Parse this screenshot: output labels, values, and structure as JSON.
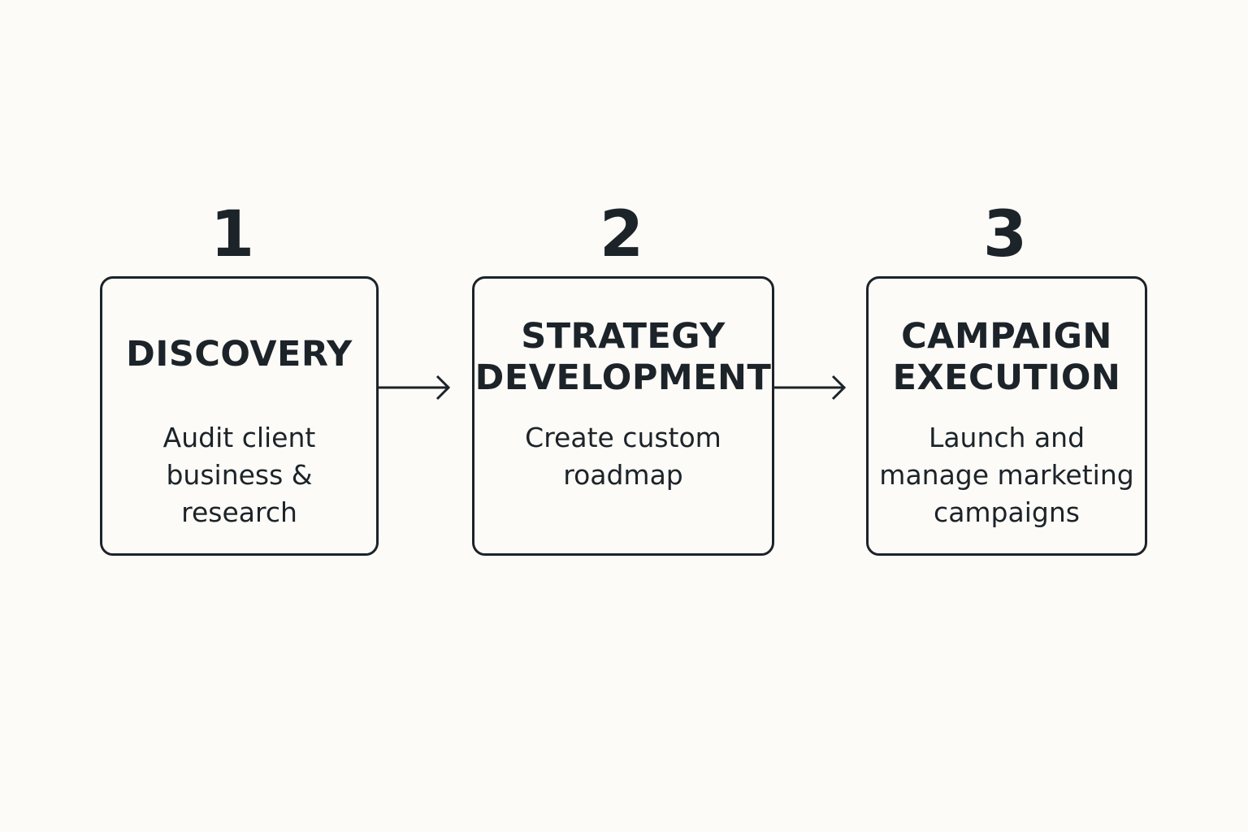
{
  "colors": {
    "background": "#fcfbf7",
    "ink": "#1c2329"
  },
  "steps": [
    {
      "number": "1",
      "title": "DISCOVERY",
      "description": "Audit client\nbusiness &\nresearch"
    },
    {
      "number": "2",
      "title": "STRATEGY\nDEVELOPMENT",
      "description": "Create custom\nroadmap"
    },
    {
      "number": "3",
      "title": "CAMPAIGN\nEXECUTION",
      "description": "Launch and\nmanage marketing\ncampaigns"
    }
  ]
}
